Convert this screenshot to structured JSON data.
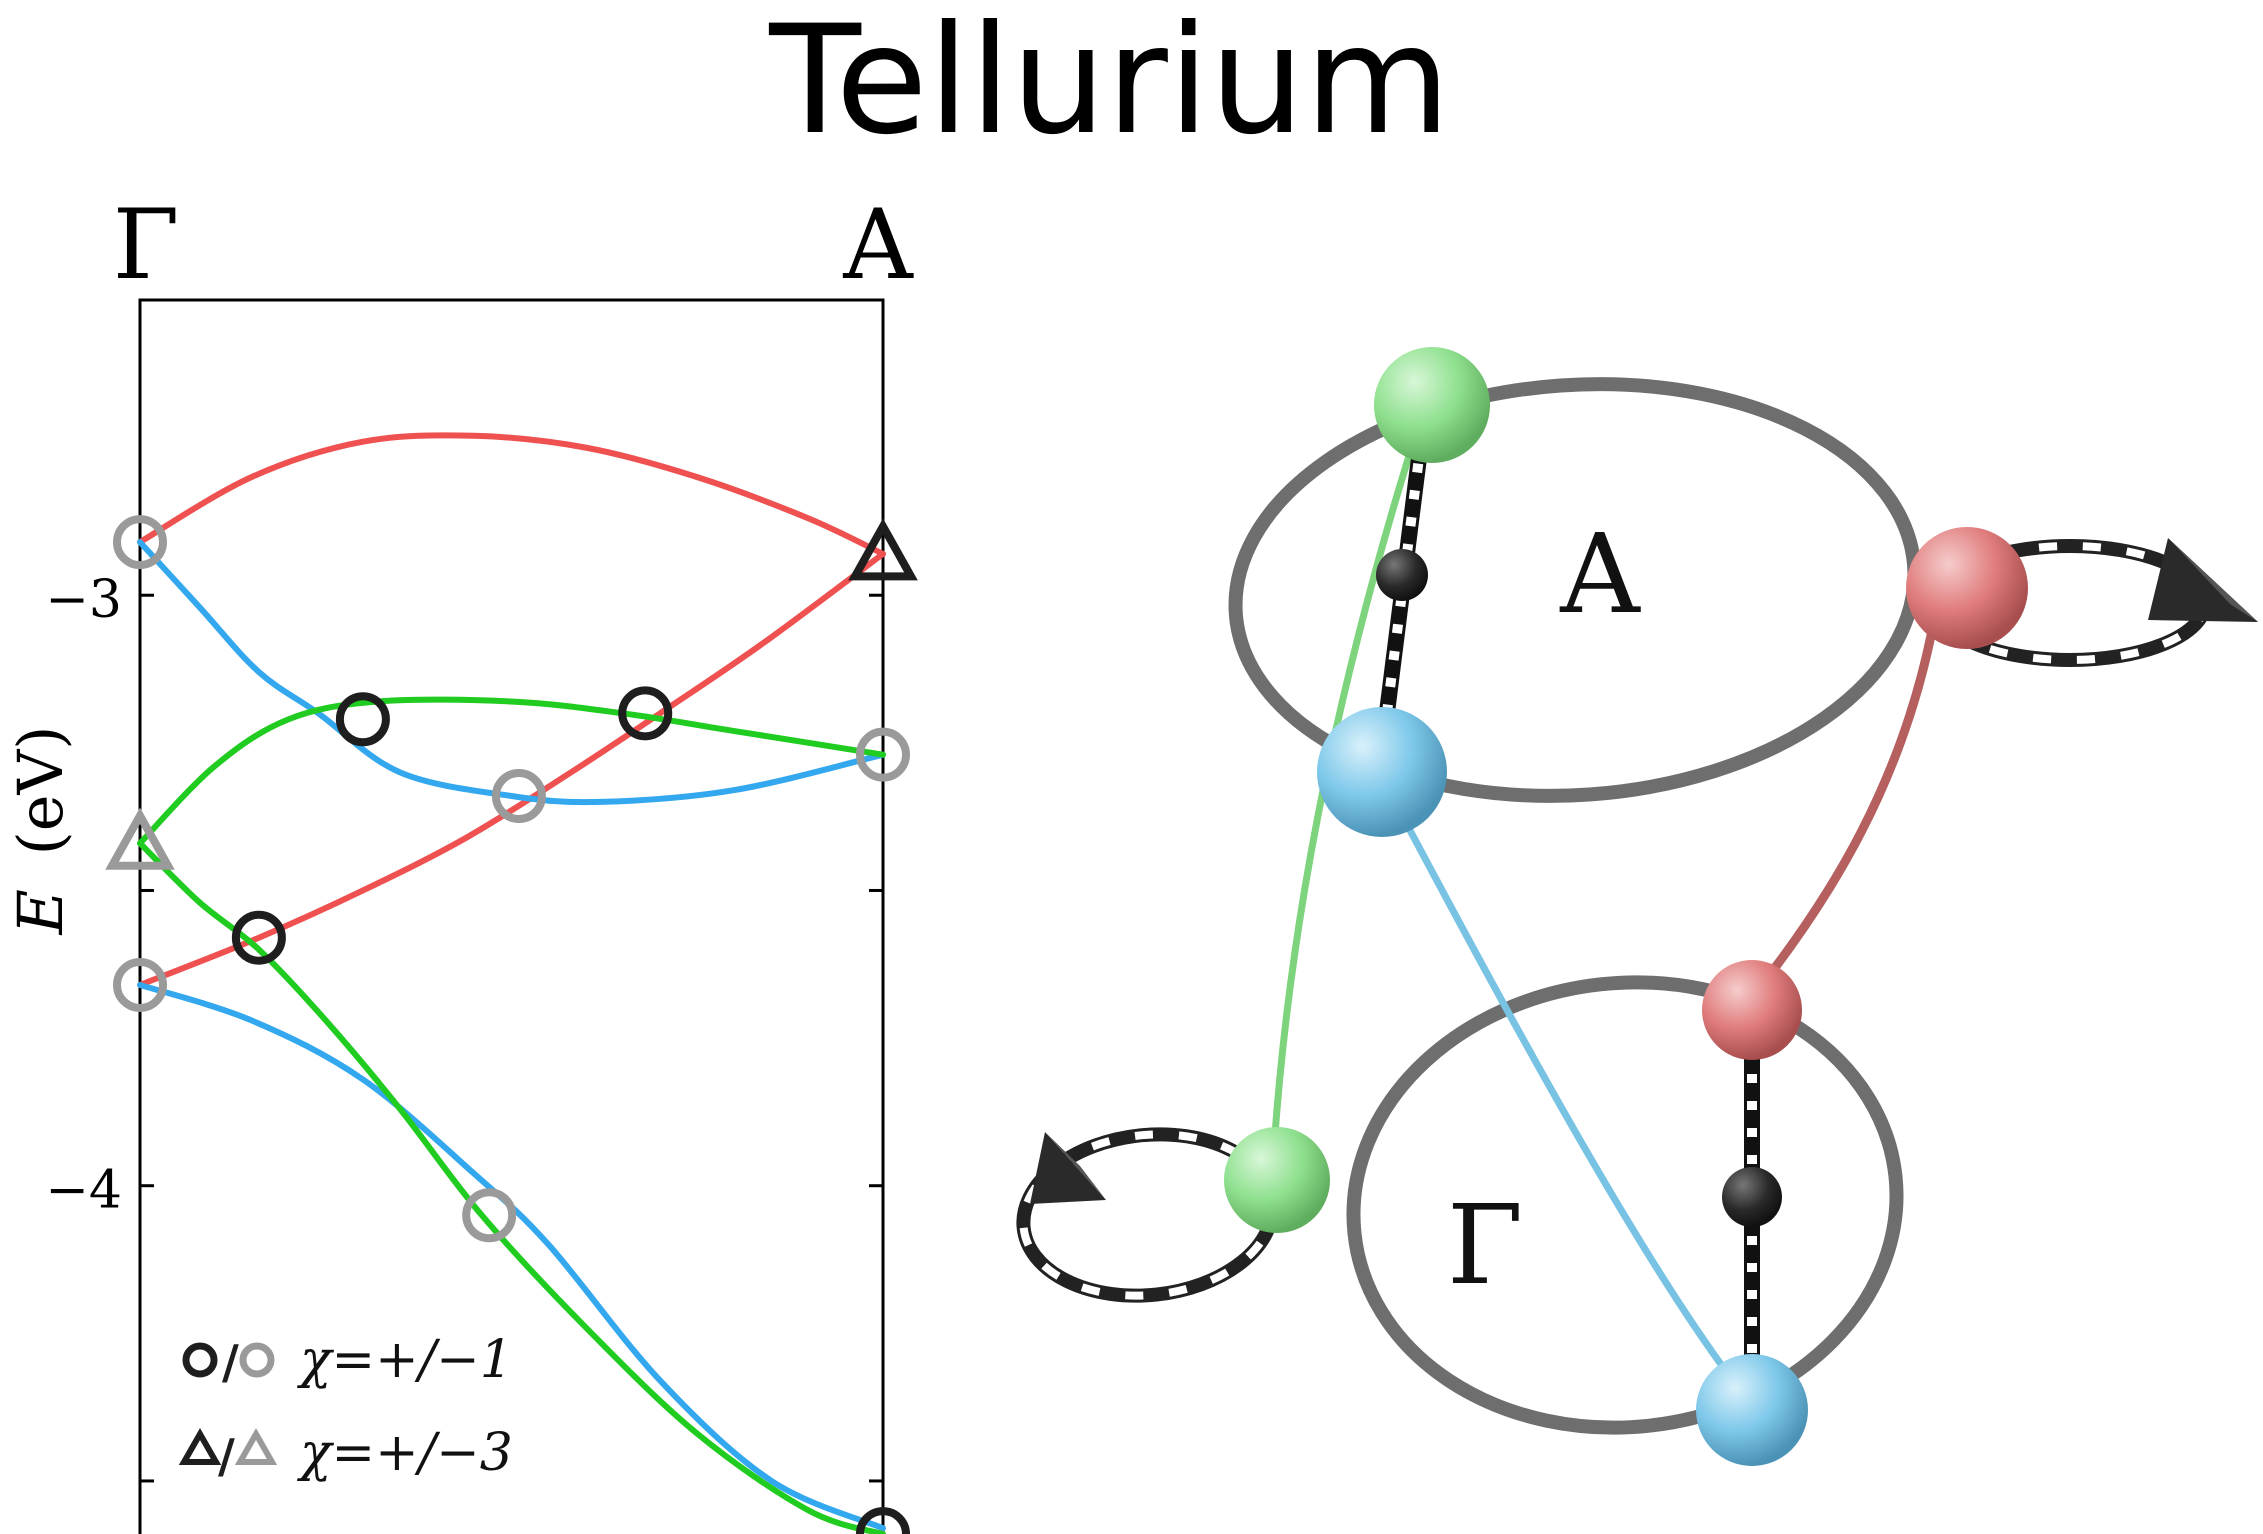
{
  "title": "Tellurium",
  "band_plot": {
    "k_labels": [
      "Γ",
      "A"
    ],
    "y_label_symbol": "E",
    "y_label_unit": "(eV)",
    "y_ticks": [
      {
        "value": -3,
        "label": "−3"
      },
      {
        "value": -4,
        "label": "−4"
      }
    ],
    "ylim": [
      -4.6,
      -2.5
    ],
    "xlim": [
      0,
      1
    ],
    "colors": {
      "red": "#ef5050",
      "blue": "#33a8ee",
      "green": "#1fcc1f",
      "black_marker": "#1e1e1e",
      "gray_marker": "#9a9a9a"
    },
    "bands": [
      {
        "color": "red",
        "points": [
          [
            0,
            -2.91
          ],
          [
            0.15,
            -2.8
          ],
          [
            0.3,
            -2.74
          ],
          [
            0.45,
            -2.73
          ],
          [
            0.6,
            -2.75
          ],
          [
            0.75,
            -2.8
          ],
          [
            0.9,
            -2.87
          ],
          [
            1.0,
            -2.93
          ]
        ]
      },
      {
        "color": "red",
        "points": [
          [
            0,
            -3.66
          ],
          [
            0.16,
            -3.58
          ],
          [
            0.3,
            -3.5
          ],
          [
            0.44,
            -3.41
          ],
          [
            0.58,
            -3.3
          ],
          [
            0.7,
            -3.2
          ],
          [
            0.84,
            -3.08
          ],
          [
            1.0,
            -2.93
          ]
        ]
      },
      {
        "color": "blue",
        "points": [
          [
            0,
            -2.91
          ],
          [
            0.08,
            -3.02
          ],
          [
            0.16,
            -3.13
          ],
          [
            0.24,
            -3.2
          ],
          [
            0.35,
            -3.3
          ],
          [
            0.5,
            -3.34
          ],
          [
            0.62,
            -3.35
          ],
          [
            0.8,
            -3.33
          ],
          [
            1.0,
            -3.27
          ]
        ]
      },
      {
        "color": "blue",
        "points": [
          [
            0,
            -3.66
          ],
          [
            0.15,
            -3.72
          ],
          [
            0.3,
            -3.82
          ],
          [
            0.45,
            -3.98
          ],
          [
            0.55,
            -4.1
          ],
          [
            0.7,
            -4.33
          ],
          [
            0.85,
            -4.5
          ],
          [
            1.0,
            -4.58
          ]
        ]
      },
      {
        "color": "green",
        "points": [
          [
            0,
            -3.42
          ],
          [
            0.1,
            -3.29
          ],
          [
            0.2,
            -3.21
          ],
          [
            0.32,
            -3.18
          ],
          [
            0.5,
            -3.18
          ],
          [
            0.65,
            -3.2
          ],
          [
            0.8,
            -3.23
          ],
          [
            1.0,
            -3.27
          ]
        ]
      },
      {
        "color": "green",
        "points": [
          [
            0,
            -3.42
          ],
          [
            0.08,
            -3.52
          ],
          [
            0.16,
            -3.6
          ],
          [
            0.25,
            -3.72
          ],
          [
            0.35,
            -3.87
          ],
          [
            0.46,
            -4.05
          ],
          [
            0.6,
            -4.24
          ],
          [
            0.75,
            -4.42
          ],
          [
            0.9,
            -4.55
          ],
          [
            1.0,
            -4.59
          ]
        ]
      }
    ],
    "markers": [
      {
        "shape": "circle",
        "shade": "gray",
        "x": 0.0,
        "y": -2.91
      },
      {
        "shape": "circle",
        "shade": "gray",
        "x": 0.0,
        "y": -3.66
      },
      {
        "shape": "triangle",
        "shade": "gray",
        "x": 0.0,
        "y": -3.42
      },
      {
        "shape": "triangle",
        "shade": "black",
        "x": 1.0,
        "y": -2.93
      },
      {
        "shape": "circle",
        "shade": "gray",
        "x": 1.0,
        "y": -3.27
      },
      {
        "shape": "circle",
        "shade": "black",
        "x": 1.0,
        "y": -4.59
      },
      {
        "shape": "circle",
        "shade": "black",
        "x": 0.3,
        "y": -3.21
      },
      {
        "shape": "circle",
        "shade": "black",
        "x": 0.68,
        "y": -3.2
      },
      {
        "shape": "circle",
        "shade": "gray",
        "x": 0.51,
        "y": -3.34
      },
      {
        "shape": "circle",
        "shade": "black",
        "x": 0.16,
        "y": -3.58
      },
      {
        "shape": "circle",
        "shade": "gray",
        "x": 0.47,
        "y": -4.05
      }
    ],
    "legend": {
      "placement": "bottom-left",
      "entries": [
        {
          "label": "χ=+/−1"
        },
        {
          "label": "χ=+/−3"
        }
      ]
    }
  },
  "diagram": {
    "labels": {
      "upper_plane": "A",
      "lower_plane": "Γ"
    },
    "colors": {
      "ring": "#6e6e6e",
      "green_node": "#8fe08f",
      "blue_node": "#7ec8ea",
      "red_node": "#e07c7c",
      "dark_node": "#2a2a2a"
    }
  }
}
